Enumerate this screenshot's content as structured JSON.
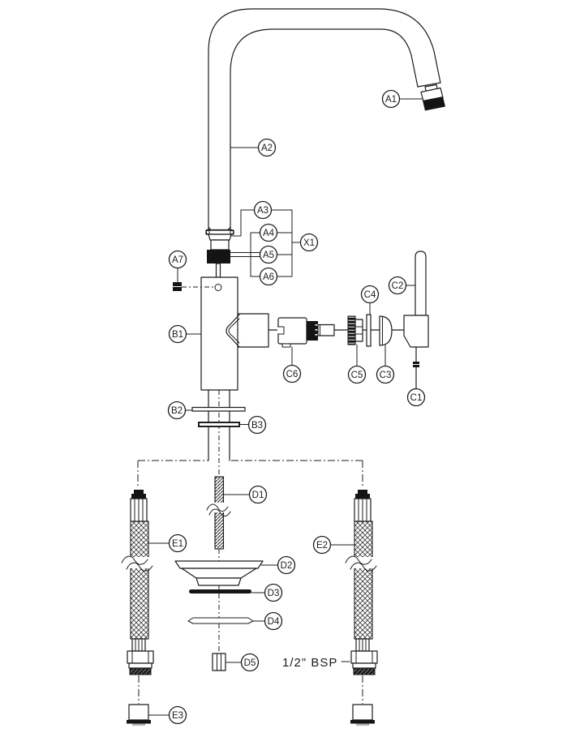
{
  "colors": {
    "line": "#1c1c1c",
    "background": "#ffffff",
    "part_fill": "#141414"
  },
  "labels": {
    "a1": "A1",
    "a2": "A2",
    "a3": "A3",
    "a4": "A4",
    "a5": "A5",
    "a6": "A6",
    "a7": "A7",
    "x1": "X1",
    "b1": "B1",
    "b2": "B2",
    "b3": "B3",
    "c1": "C1",
    "c2": "C2",
    "c3": "C3",
    "c4": "C4",
    "c5": "C5",
    "c6": "C6",
    "d1": "D1",
    "d2": "D2",
    "d3": "D3",
    "d4": "D4",
    "d5": "D5",
    "e1": "E1",
    "e2": "E2",
    "e3": "E3"
  },
  "notes": {
    "bsp": "1/2\" BSP"
  }
}
